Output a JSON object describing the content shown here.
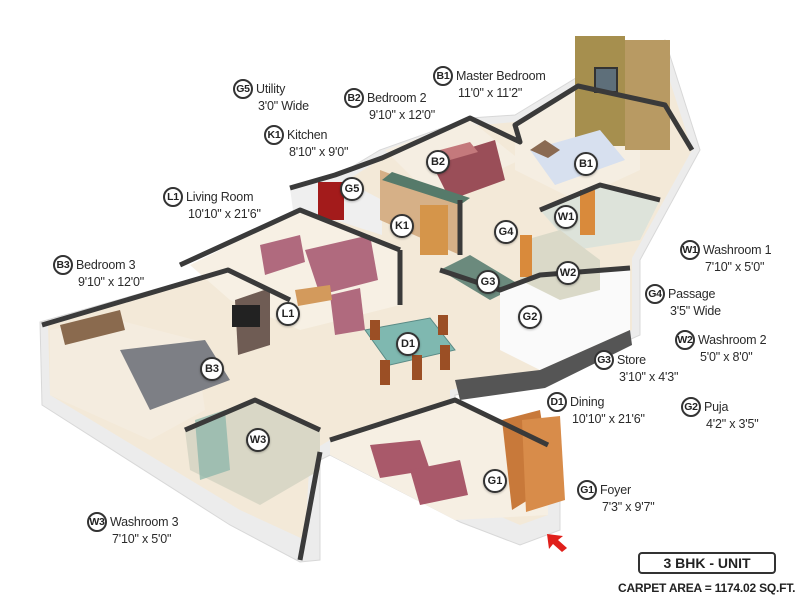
{
  "legend": [
    {
      "code": "G5",
      "name": "Utility",
      "size": "3'0\" Wide"
    },
    {
      "code": "B2",
      "name": "Bedroom 2",
      "size": "9'10\" x 12'0\""
    },
    {
      "code": "B1",
      "name": "Master Bedroom",
      "size": "11'0\" x 11'2\""
    },
    {
      "code": "K1",
      "name": "Kitchen",
      "size": "8'10\" x 9'0\""
    },
    {
      "code": "L1",
      "name": "Living Room",
      "size": "10'10\" x 21'6\""
    },
    {
      "code": "B3",
      "name": "Bedroom 3",
      "size": "9'10\" x 12'0\""
    },
    {
      "code": "W1",
      "name": "Washroom 1",
      "size": "7'10\" x 5'0\""
    },
    {
      "code": "G4",
      "name": "Passage",
      "size": "3'5\" Wide"
    },
    {
      "code": "W2",
      "name": "Washroom 2",
      "size": "5'0\" x 8'0\""
    },
    {
      "code": "G3",
      "name": "Store",
      "size": "3'10\" x 4'3\""
    },
    {
      "code": "D1",
      "name": "Dining",
      "size": "10'10\" x 21'6\""
    },
    {
      "code": "G2",
      "name": "Puja",
      "size": "4'2\" x 3'5\""
    },
    {
      "code": "G1",
      "name": "Foyer",
      "size": "7'3\" x 9'7\""
    },
    {
      "code": "W3",
      "name": "Washroom 3",
      "size": "7'10\" x 5'0\""
    }
  ],
  "markers": [
    "B1",
    "B2",
    "G5",
    "K1",
    "W1",
    "G4",
    "W2",
    "G3",
    "G2",
    "L1",
    "D1",
    "B3",
    "W3",
    "G1"
  ],
  "unit_type": "3 BHK - UNIT",
  "carpet_area": "CARPET AREA = 1174.02 SQ.FT.",
  "colors": {
    "wall_top": "#3a3a3a",
    "wall_side": "#f2f2f2",
    "floor": "#f3e9d8",
    "entry_arrow": "#e0201b",
    "sofa": "#b06a7e"
  }
}
